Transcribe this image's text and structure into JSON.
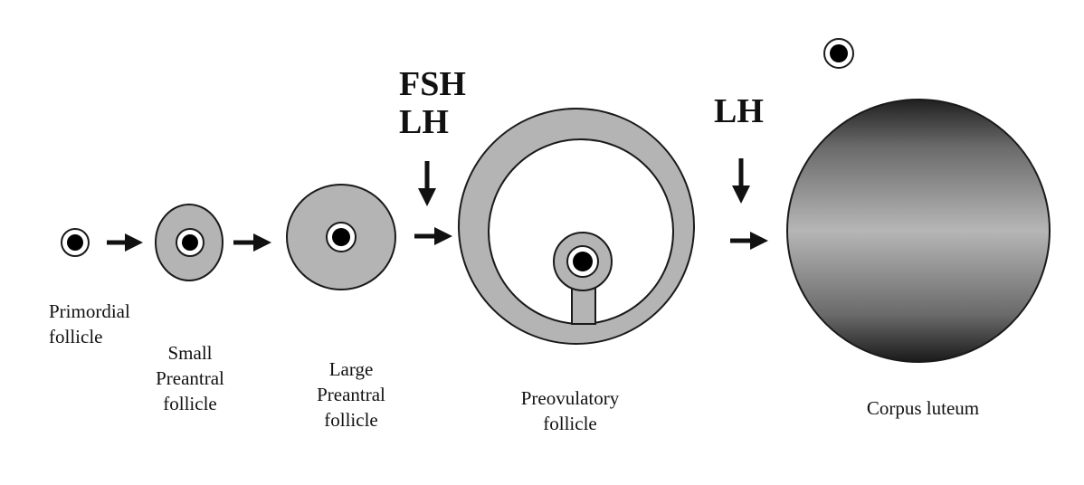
{
  "colors": {
    "granulosa_gray": "#b4b4b4",
    "outline": "#1a1a1a",
    "nucleus": "#000000",
    "background": "#ffffff"
  },
  "stages": [
    {
      "name": "primordial",
      "lines": [
        "Primordial",
        "follicle"
      ]
    },
    {
      "name": "small-preantral",
      "lines": [
        "Small",
        "Preantral",
        "follicle"
      ]
    },
    {
      "name": "large-preantral",
      "lines": [
        "Large",
        "Preantral",
        "follicle"
      ]
    },
    {
      "name": "preovulatory",
      "lines": [
        "Preovulatory",
        "follicle"
      ]
    },
    {
      "name": "corpus-luteum",
      "lines": [
        "Corpus luteum"
      ]
    }
  ],
  "hormones": {
    "first": [
      "FSH",
      "LH"
    ],
    "second": [
      "LH"
    ]
  }
}
